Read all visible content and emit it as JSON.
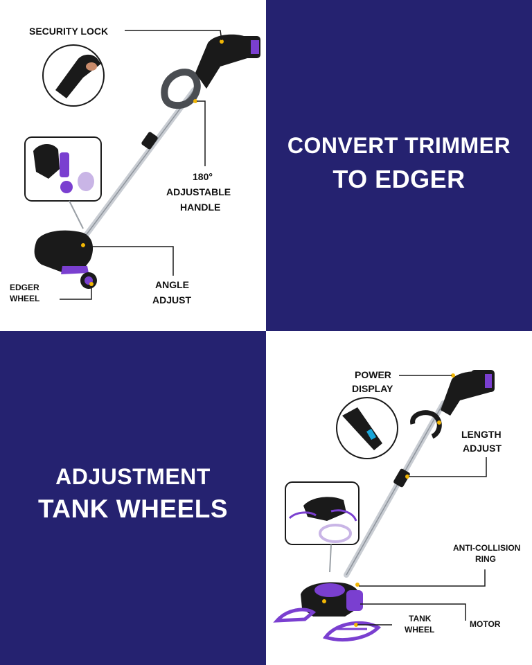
{
  "colors": {
    "navy": "#252270",
    "purple": "#7a3fd0",
    "black": "#1a1a1a",
    "yellow_marker": "#f2b705",
    "shaft": "#c9cdd3"
  },
  "panels": {
    "top_right": {
      "line1": "CONVERT TRIMMER",
      "line2": "TO EDGER"
    },
    "bottom_left": {
      "line1": "ADJUSTMENT",
      "line2": "TANK WHEELS"
    }
  },
  "callouts_top": {
    "security_lock": "SECURITY LOCK",
    "handle_line1": "180°",
    "handle_line2": "ADJUSTABLE",
    "handle_line3": "HANDLE",
    "edger_line1": "EDGER",
    "edger_line2": "WHEEL",
    "angle_line1": "ANGLE",
    "angle_line2": "ADJUST"
  },
  "callouts_bottom": {
    "power_line1": "POWER",
    "power_line2": "DISPLAY",
    "length_line1": "LENGTH",
    "length_line2": "ADJUST",
    "anti_line1": "ANTI-COLLISION",
    "anti_line2": "RING",
    "tank_line1": "TANK",
    "tank_line2": "WHEEL",
    "motor": "MOTOR"
  }
}
